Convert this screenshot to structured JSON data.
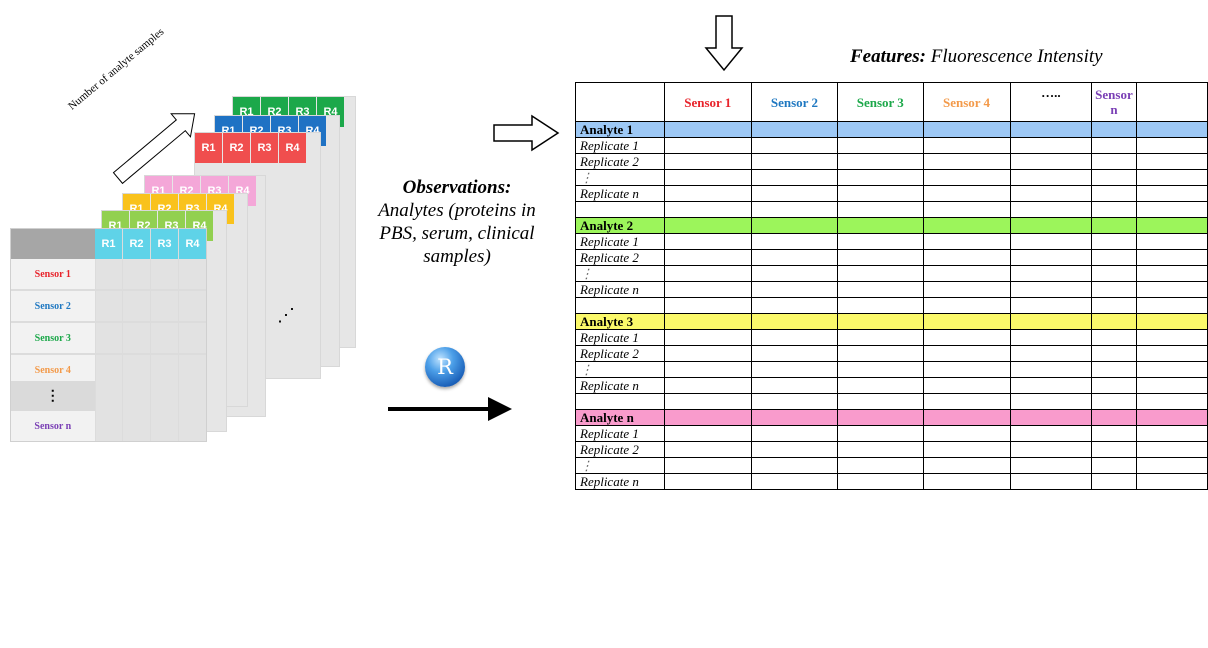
{
  "colors": {
    "sensor_1": "#e8232b",
    "sensor_2": "#1f78c1",
    "sensor_3": "#1ca84a",
    "sensor_4": "#f39a4a",
    "sensor_n": "#7a3fb5",
    "analyte_1": "#9dc8f5",
    "analyte_2": "#9cf55b",
    "analyte_3": "#fbf96a",
    "analyte_n": "#f99bcc",
    "front_sheet": "#5fd3e8"
  },
  "left": {
    "arrow_label": "Number of analyte samples",
    "replicates": [
      "R1",
      "R2",
      "R3",
      "R4"
    ],
    "sensors": [
      {
        "label": "Sensor 1",
        "color": "#e8232b"
      },
      {
        "label": "Sensor 2",
        "color": "#1f78c1"
      },
      {
        "label": "Sensor 3",
        "color": "#1ca84a"
      },
      {
        "label": "Sensor 4",
        "color": "#f39a4a"
      },
      {
        "label": "⋮",
        "color": "#000000"
      },
      {
        "label": "Sensor n",
        "color": "#7a3fb5"
      }
    ],
    "ellipsis": "⋰"
  },
  "observations": {
    "title": "Observations:",
    "text": "Analytes (proteins in PBS, serum, clinical samples)"
  },
  "r_logo": "R",
  "features": {
    "title": "Features:",
    "subtitle": "Fluorescence Intensity"
  },
  "table": {
    "headers": [
      "Sensor 1",
      "Sensor 2",
      "Sensor 3",
      "Sensor 4",
      "…..",
      "Sensor n"
    ],
    "groups": [
      {
        "analyte": "Analyte 1",
        "color": "#9dc8f5"
      },
      {
        "analyte": "Analyte 2",
        "color": "#9cf55b"
      },
      {
        "analyte": "Analyte 3",
        "color": "#fbf96a"
      },
      {
        "analyte": "Analyte n",
        "color": "#f99bcc"
      }
    ],
    "replicate_labels": [
      "Replicate 1",
      "Replicate 2",
      "⋮",
      "Replicate n"
    ]
  }
}
